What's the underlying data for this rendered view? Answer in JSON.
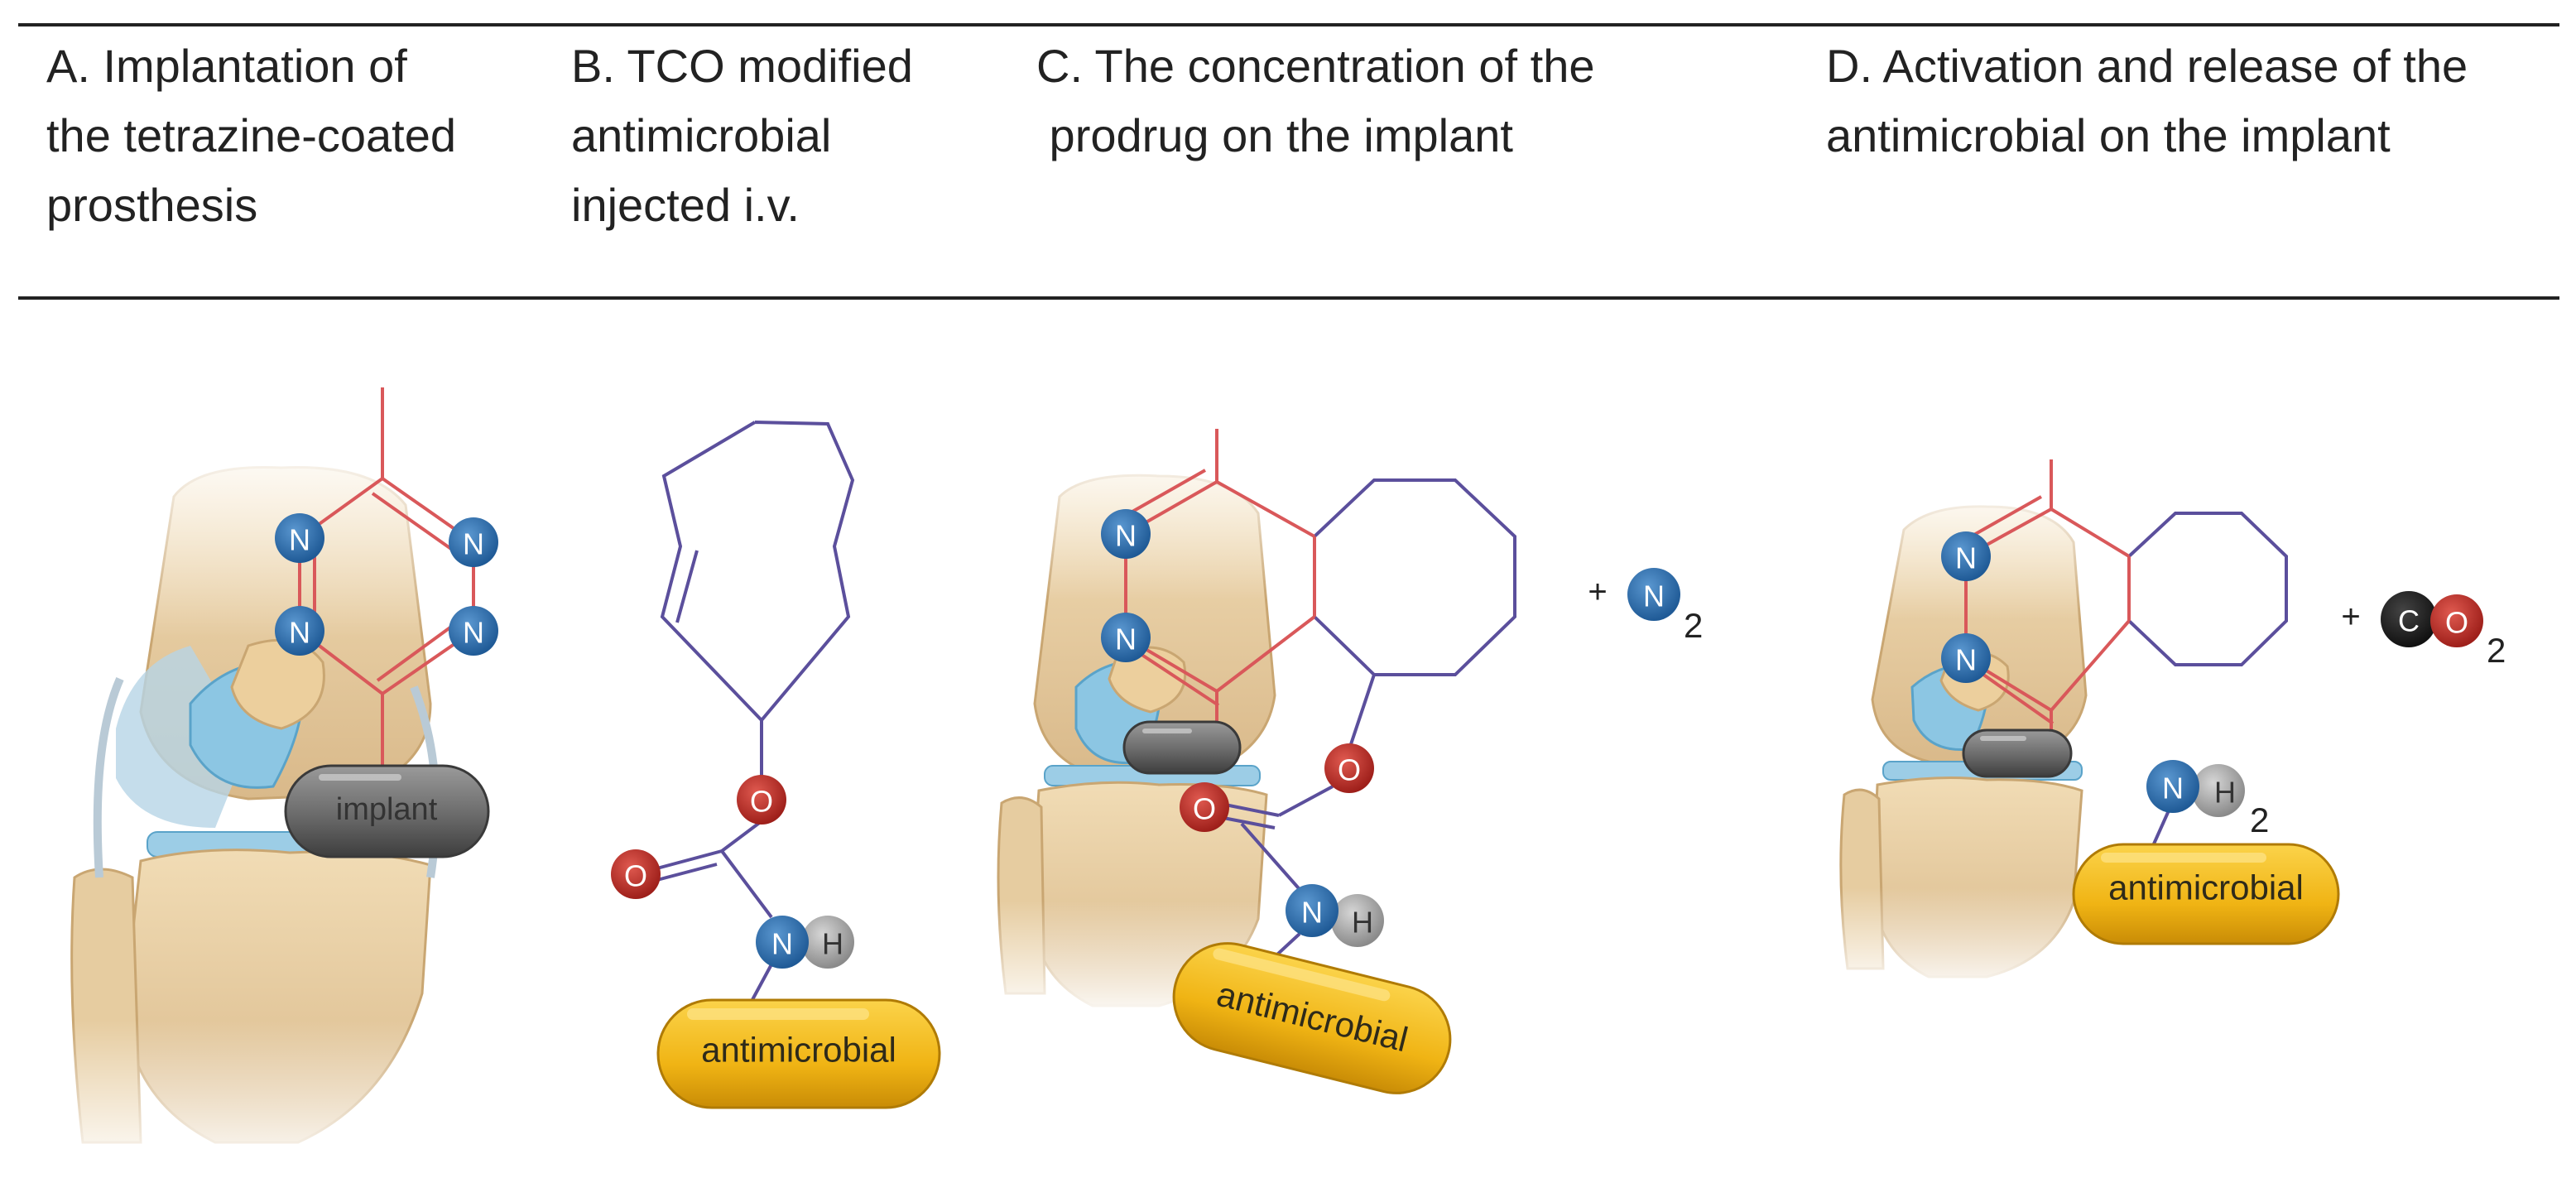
{
  "header": {
    "col_a": [
      "A. Implantation of",
      "the tetrazine-coated",
      "prosthesis"
    ],
    "col_b": [
      "B. TCO modified",
      "antimicrobial",
      "injected i.v."
    ],
    "col_c": [
      "C. The concentration of the",
      " prodrug on the implant"
    ],
    "col_d": [
      "D. Activation and release of the",
      "antimicrobial on the implant"
    ]
  },
  "labels": {
    "implant": "implant",
    "antimicrobial": "antimicrobial",
    "nitrogen": "N",
    "oxygen": "O",
    "carbon": "C",
    "hydrogen": "H",
    "subscript_2": "2",
    "plus": "+"
  },
  "colors": {
    "nitrogen": "#2f6fae",
    "oxygen": "#c0322b",
    "carbon": "#1e1e1e",
    "hydrogen": "#a8a8a8",
    "tetrazine_bond": "#d9585a",
    "tco_bond": "#5b4f9c",
    "pill": "#f2b81a",
    "implant": "#6e6e6e",
    "bone": "#e8cfa1",
    "cartilage": "#8cc6e3"
  }
}
